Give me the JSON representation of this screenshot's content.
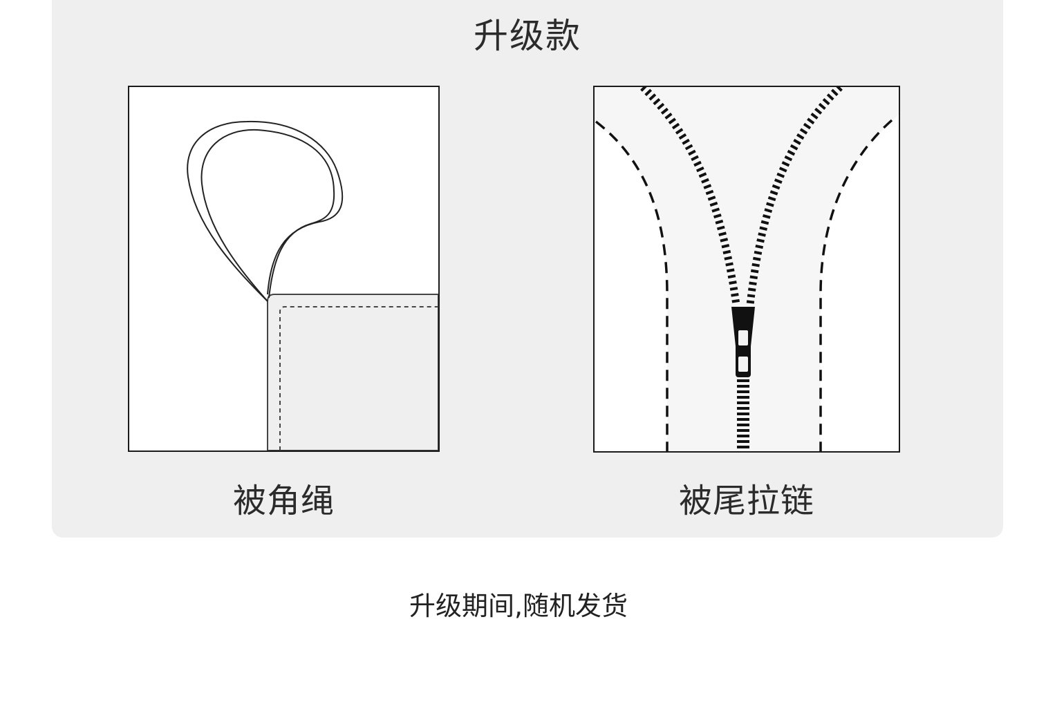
{
  "card": {
    "title": "升级款"
  },
  "options": [
    {
      "label": "被角绳",
      "icon": "corner-loop-icon"
    },
    {
      "label": "被尾拉链",
      "icon": "zipper-icon"
    }
  ],
  "note": "升级期间,随机发货",
  "colors": {
    "card_background": "#efefef",
    "stroke": "#1a1a1a",
    "text": "#2b2b2b"
  }
}
